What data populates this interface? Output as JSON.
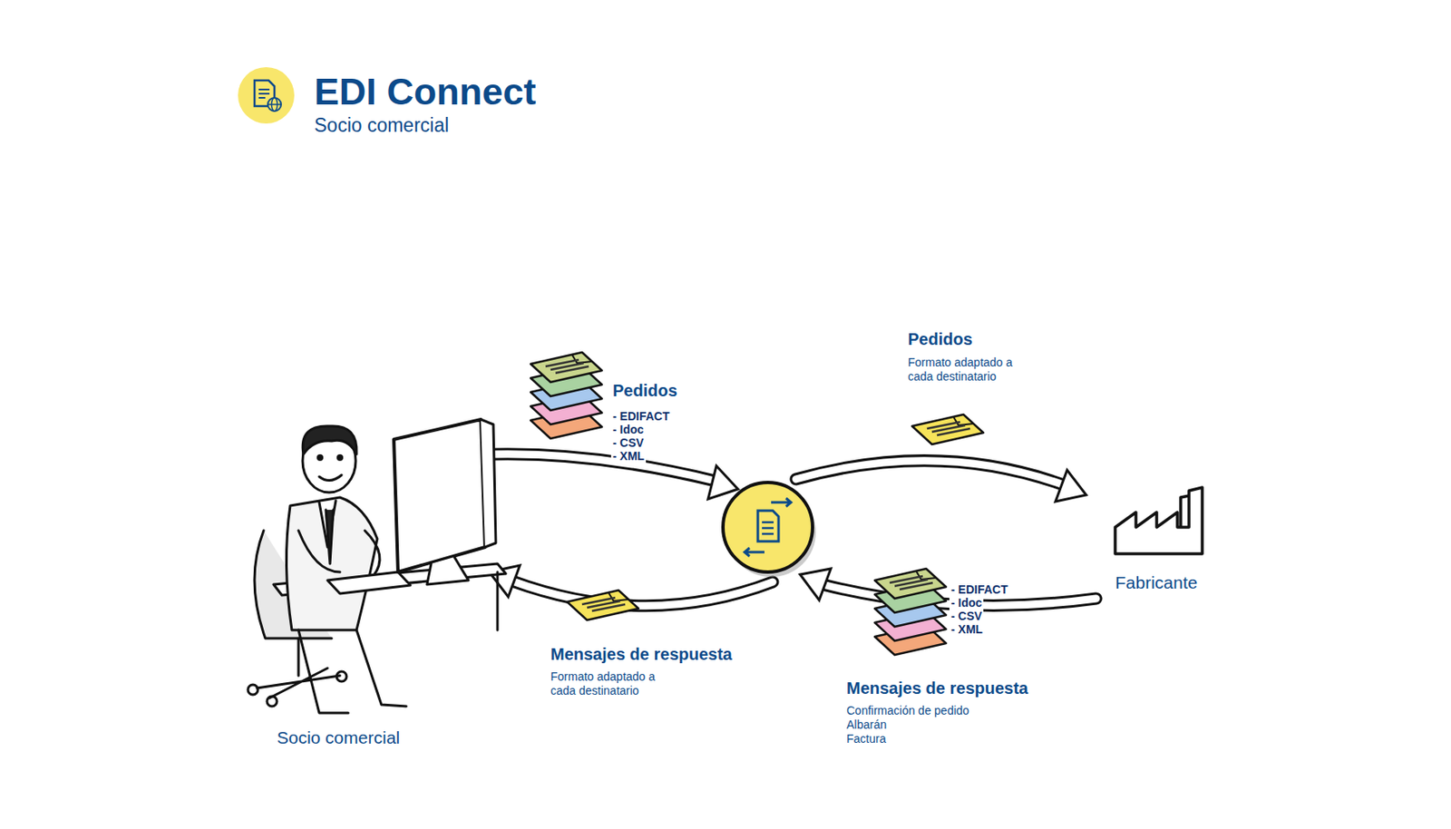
{
  "diagram": {
    "title": "EDI Connect",
    "nodes": [
      {
        "text": [
          "Socio comercial"
        ]
      },
      {
        "text": [
          "Fabricante"
        ]
      }
    ],
    "labels": [
      "Socio comercial",
      "Pedidos",
      "- EDIFACT",
      "- Idoc",
      "- CSV",
      "- XML",
      "Pedidos",
      "Formato adaptado a cada destinatario",
      "Mensajes de respuesta",
      "Formato adaptado a cada destinatario",
      "- EDIFACT",
      "- Idoc",
      "- CSV",
      "- XML",
      "Mensajes de respuesta",
      "Confirmación de pedido",
      "Albarán",
      "Factura"
    ]
  }
}
